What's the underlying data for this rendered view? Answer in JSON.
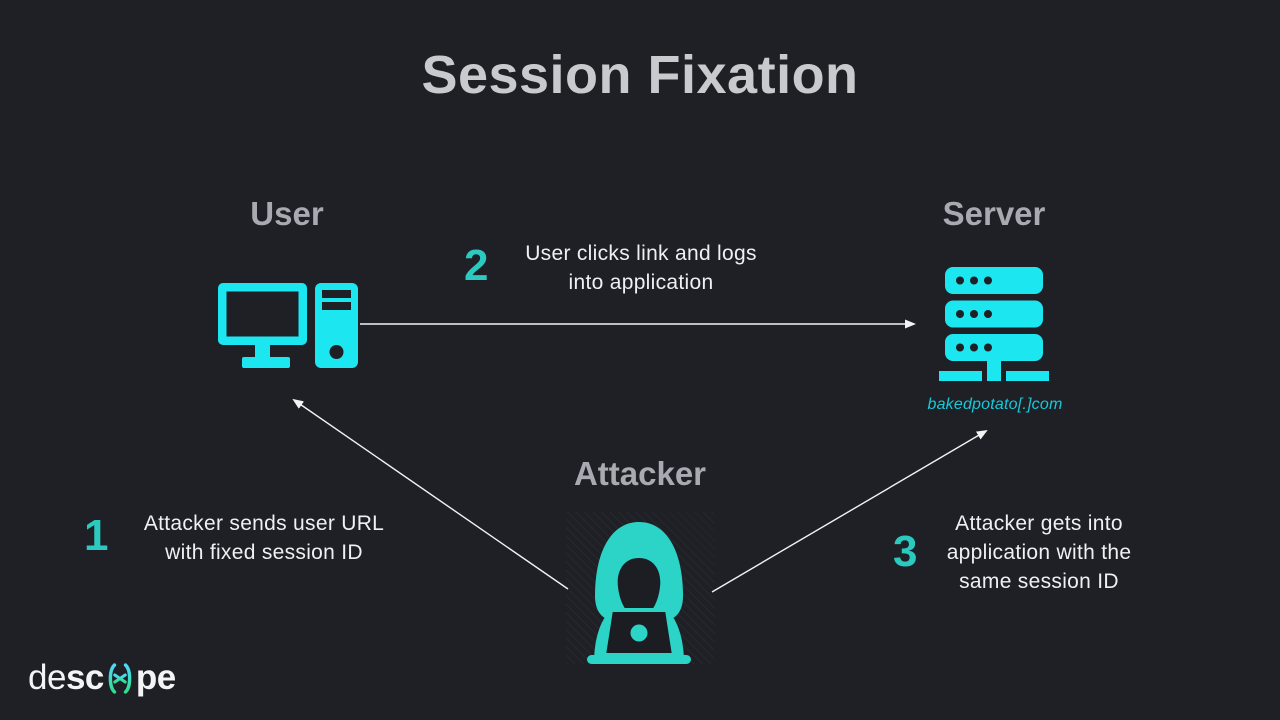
{
  "slide": {
    "title": "Session Fixation"
  },
  "colors": {
    "background": "#1e2025",
    "icon_cyan": "#1ce6f0",
    "icon_teal": "#2bd4c6",
    "step_number_teal": "#2bc9c0",
    "title_gray": "#c9cace",
    "label_gray": "#a8aab1",
    "body_text": "#eef0f3",
    "arrow_white": "#f2f3f5",
    "domain_cyan": "#17c9d9"
  },
  "nodes": {
    "user": {
      "label": "User",
      "icon": "desktop-computer-icon"
    },
    "server": {
      "label": "Server",
      "icon": "server-rack-icon",
      "domain_text": "bakedpotato[.]com"
    },
    "attacker": {
      "label": "Attacker",
      "icon": "hooded-hacker-icon"
    }
  },
  "steps": [
    {
      "number": "1",
      "lines": [
        "Attacker sends user URL",
        "with fixed session ID"
      ]
    },
    {
      "number": "2",
      "lines": [
        "User clicks link and logs",
        "into application"
      ]
    },
    {
      "number": "3",
      "lines": [
        "Attacker gets into",
        "application with the",
        "same session ID"
      ]
    }
  ],
  "arrows": [
    {
      "name": "attacker-to-user-arrow",
      "from": "attacker",
      "to": "user"
    },
    {
      "name": "user-to-server-arrow",
      "from": "user",
      "to": "server"
    },
    {
      "name": "attacker-to-server-arrow",
      "from": "attacker",
      "to": "server"
    }
  ],
  "logo": {
    "part_light": "de",
    "part_bold_1": "sc",
    "icon": "descope-asterisk-mark-icon",
    "part_bold_2": "pe"
  }
}
